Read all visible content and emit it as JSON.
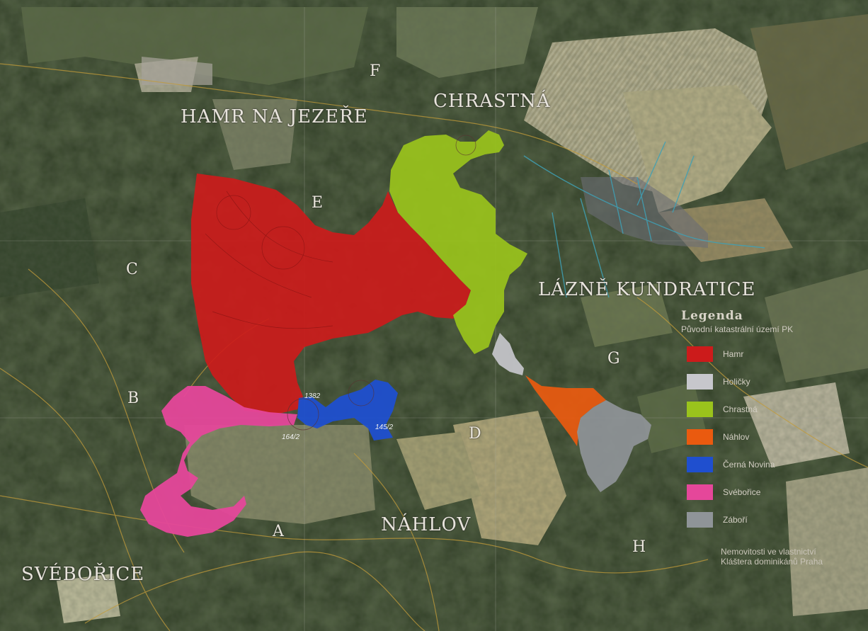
{
  "places": {
    "hamr": "HAMR NA JEZEŘE",
    "chrastna": "CHRASTNÁ",
    "lazne": "LÁZNĚ KUNDRATICE",
    "nahlov": "NÁHLOV",
    "svebořice": "SVÉBOŘICE"
  },
  "letters": {
    "a": "A",
    "b": "B",
    "c": "C",
    "d": "D",
    "e": "E",
    "f": "F",
    "g": "G",
    "h": "H"
  },
  "parcels": {
    "p1": "1382",
    "p2": "145/2",
    "p3": "164/2"
  },
  "legend": {
    "title": "Legenda",
    "subtitle": "Původní katastrální území PK",
    "items": [
      {
        "label": "Hamr",
        "color": "#cc1b1b"
      },
      {
        "label": "Holičky",
        "color": "#c7c7cc"
      },
      {
        "label": "Chrastná",
        "color": "#9ac31c"
      },
      {
        "label": "Náhlov",
        "color": "#ea5a0f"
      },
      {
        "label": "Černá Novina",
        "color": "#1f4fcf"
      },
      {
        "label": "Svébořice",
        "color": "#e5479a"
      },
      {
        "label": "Záboří",
        "color": "#8f9498"
      }
    ]
  },
  "note": {
    "line1": "Nemovitosti ve vlastnictví",
    "line2": "Kláštera dominikánů Praha"
  }
}
